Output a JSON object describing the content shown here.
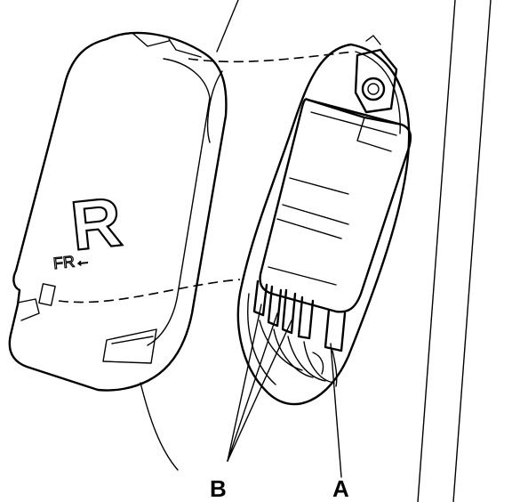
{
  "diagram": {
    "cover_letter": "R",
    "cover_marking": "FR←",
    "callouts": {
      "a": "A",
      "b": "B"
    }
  }
}
